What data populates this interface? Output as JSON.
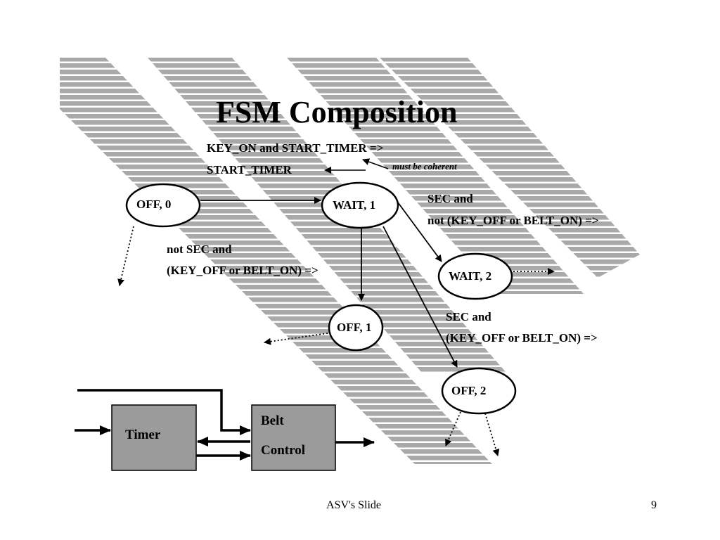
{
  "slide": {
    "title": "FSM Composition",
    "footer_text": "ASV's Slide",
    "page_number": "9"
  },
  "top_annotation": {
    "line1": "KEY_ON and START_TIMER =>",
    "line2": "START_TIMER",
    "note": "must be coherent"
  },
  "states": {
    "off0": "OFF, 0",
    "wait1": "WAIT, 1",
    "wait2": "WAIT, 2",
    "off1": "OFF, 1",
    "off2": "OFF, 2"
  },
  "transitions": {
    "wait1_to_wait2": {
      "line1": "SEC and",
      "line2": "not (KEY_OFF or BELT_ON) =>"
    },
    "wait1_to_off1": {
      "line1": "not SEC and",
      "line2": "(KEY_OFF or BELT_ON) =>"
    },
    "wait1_to_off2": {
      "line1": "SEC and",
      "line2": "(KEY_OFF or BELT_ON) =>"
    }
  },
  "blocks": {
    "timer": "Timer",
    "belt_line1": "Belt",
    "belt_line2": "Control"
  },
  "colors": {
    "stripe": "#a9a9a9",
    "block_fill": "#9b9b9b",
    "ink": "#000000"
  }
}
